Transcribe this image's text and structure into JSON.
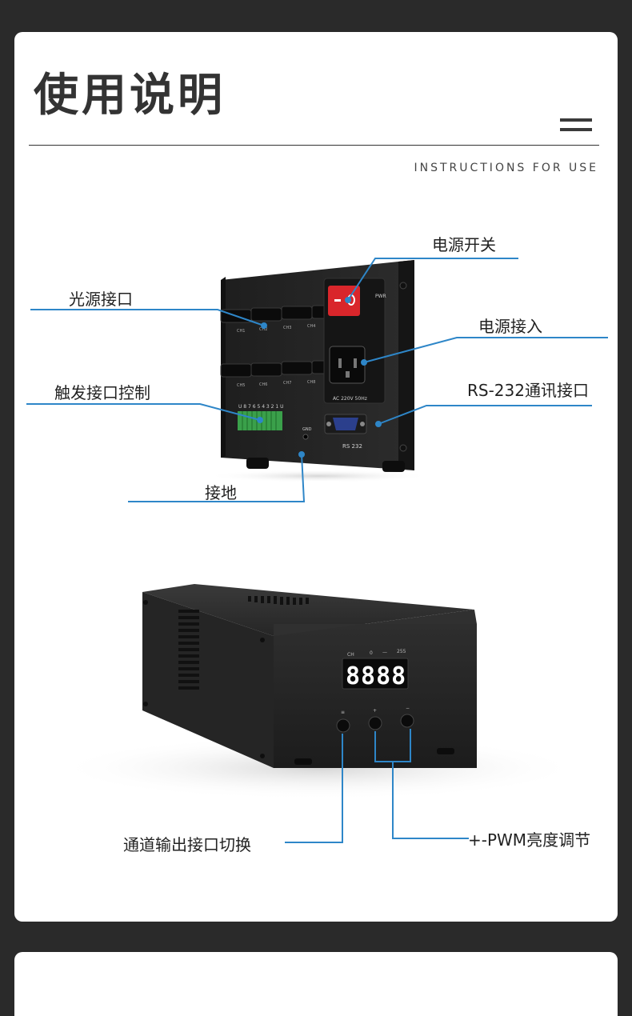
{
  "header": {
    "title": "使用说明",
    "subtitle": "INSTRUCTIONS FOR USE"
  },
  "rear_panel": {
    "labels": {
      "power_switch": "电源开关",
      "light_port": "光源接口",
      "power_input": "电源接入",
      "trigger_control": "触发接口控制",
      "rs232": "RS-232通讯接口",
      "ground": "接地"
    },
    "printed": {
      "pwr": "PWR",
      "ac": "AC 220V 50Hz",
      "rs232": "RS 232",
      "gnd": "GND",
      "terminal": "U 8 7 6 5 4 3 2 1 U",
      "channels": [
        "CH1",
        "CH2",
        "CH3",
        "CH4",
        "CH5",
        "CH6",
        "CH7",
        "CH8"
      ]
    }
  },
  "front_unit": {
    "labels": {
      "channel_switch": "通道输出接口切换",
      "pwm": "+-PWM亮度调节"
    },
    "display_value": "8888",
    "display_header": [
      "CH",
      "0",
      "—",
      "255"
    ],
    "button_marks": [
      "≡",
      "+",
      "−"
    ]
  },
  "colors": {
    "callout_line": "#2e86c8",
    "title": "#333333",
    "power_switch": "#d9262b",
    "led_digits": "#ffffff"
  }
}
